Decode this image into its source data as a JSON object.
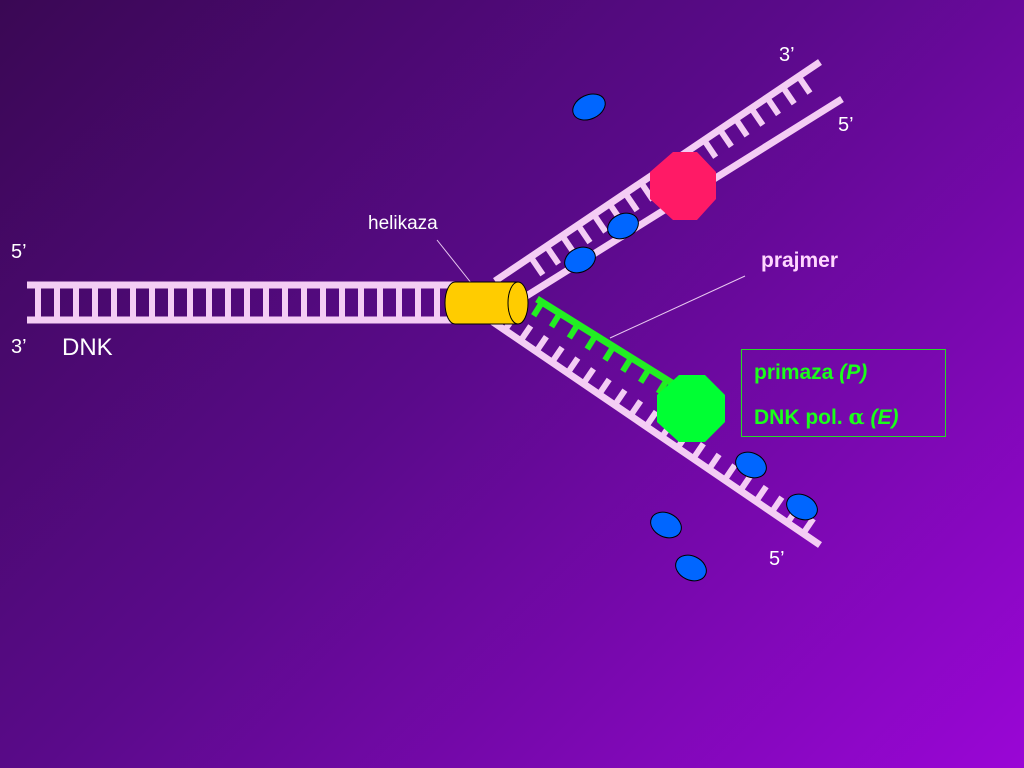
{
  "labels": {
    "five_prime_left": "5’",
    "three_prime_left": "3’",
    "dnk": "DNK",
    "three_prime_top": "3’",
    "five_prime_top": "5’",
    "five_prime_bottom": "5’",
    "helikaza": "helikaza",
    "prajmer": "prajmer"
  },
  "legend": {
    "primaza": "primaza",
    "primaza_symbol": "(P)",
    "dnk_pol": "DNK pol.",
    "alpha": "α",
    "dnk_pol_symbol": "(E)"
  },
  "colors": {
    "strand": "#f4cdf4",
    "helicase": "#ffcc00",
    "primase_octagon": "#ff1a66",
    "polymerase_octagon": "#00ff33",
    "primer": "#22ee22",
    "ssb_protein": "#0066ff",
    "legend_text": "#1aff1a"
  }
}
